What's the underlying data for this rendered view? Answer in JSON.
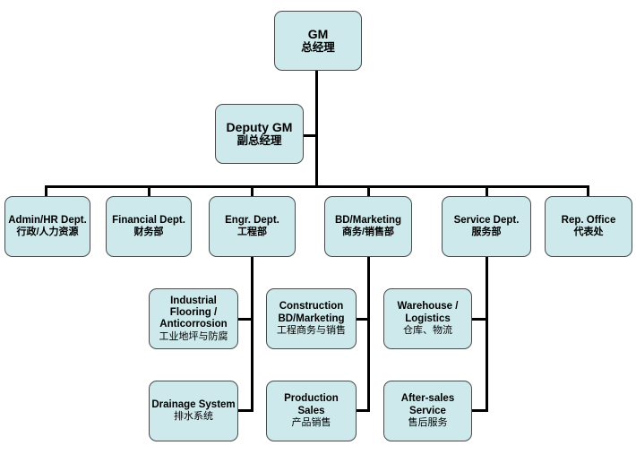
{
  "org": {
    "gm": {
      "en": "GM",
      "zh": "总经理"
    },
    "deputy": {
      "en": "Deputy GM",
      "zh": "副总经理"
    },
    "departments": [
      {
        "en": "Admin/HR Dept.",
        "zh": "行政/人力资源"
      },
      {
        "en": "Financial Dept.",
        "zh": "财务部"
      },
      {
        "en": "Engr. Dept.",
        "zh": "工程部"
      },
      {
        "en": "BD/Marketing",
        "zh": "商务/销售部"
      },
      {
        "en": "Service Dept.",
        "zh": "服务部"
      },
      {
        "en": "Rep. Office",
        "zh": "代表处"
      }
    ],
    "engr_units": [
      {
        "en": "Industrial Flooring / Anticorrosion",
        "zh": "工业地坪与防腐"
      },
      {
        "en": "Drainage System",
        "zh": "排水系统"
      }
    ],
    "bd_units": [
      {
        "en": "Construction BD/Marketing",
        "zh": "工程商务与销售"
      },
      {
        "en": "Production Sales",
        "zh": "产品销售"
      }
    ],
    "service_units": [
      {
        "en": "Warehouse / Logistics",
        "zh": "仓库、物流"
      },
      {
        "en": "After-sales Service",
        "zh": "售后服务"
      }
    ]
  }
}
